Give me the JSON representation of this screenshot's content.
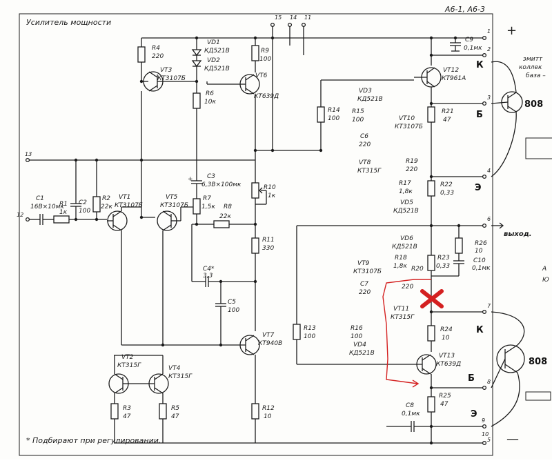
{
  "header": {
    "title": "Усилитель мощности",
    "code": "А6-1, А6-3",
    "footnote": "* Подбирают при регулировании."
  },
  "rails": {
    "plus": "+",
    "minus": "—"
  },
  "output": {
    "label": "выход."
  },
  "pins": {
    "p1": "1",
    "p2": "2",
    "p3": "3",
    "p4": "4",
    "p5": "5",
    "p6": "6",
    "p7": "7",
    "p8": "8",
    "p9": "9",
    "p10": "10",
    "p11": "11",
    "p12": "12",
    "p13": "13",
    "p14": "14",
    "p15": "15"
  },
  "parts": {
    "R1": {
      "ref": "R1",
      "val": "1к"
    },
    "R2": {
      "ref": "R2",
      "val": "22к"
    },
    "R3": {
      "ref": "R3",
      "val": "47"
    },
    "R4": {
      "ref": "R4",
      "val": "220"
    },
    "R5": {
      "ref": "R5",
      "val": "47"
    },
    "R6": {
      "ref": "R6",
      "val": "10к"
    },
    "R7": {
      "ref": "R7",
      "val": "1,5к"
    },
    "R8": {
      "ref": "R8",
      "val": "22к"
    },
    "R9": {
      "ref": "R9",
      "val": "100"
    },
    "R10": {
      "ref": "R10",
      "val": "1к"
    },
    "R11": {
      "ref": "R11",
      "val": "330"
    },
    "R12": {
      "ref": "R12",
      "val": "10"
    },
    "R13": {
      "ref": "R13",
      "val": "100"
    },
    "R14": {
      "ref": "R14",
      "val": "100"
    },
    "R15": {
      "ref": "R15",
      "val": "100"
    },
    "R16": {
      "ref": "R16",
      "val": "100"
    },
    "R17": {
      "ref": "R17",
      "val": "1,8к"
    },
    "R18": {
      "ref": "R18",
      "val": "1,8к"
    },
    "R19": {
      "ref": "R19",
      "val": "220"
    },
    "R20": {
      "ref": "R20"
    },
    "R21": {
      "ref": "R21",
      "val": "47"
    },
    "R22": {
      "ref": "R22",
      "val": "0,33"
    },
    "R23": {
      "ref": "R23",
      "val": "0,33"
    },
    "R24": {
      "ref": "R24",
      "val": "10"
    },
    "R25": {
      "ref": "R25",
      "val": "47"
    },
    "R26": {
      "ref": "R26",
      "val": "10"
    },
    "C1": {
      "ref": "C1",
      "val": "16В×10мк"
    },
    "C2": {
      "ref": "C2",
      "val": "100"
    },
    "C3": {
      "ref": "C3",
      "val": "6,3В×100мк"
    },
    "C4": {
      "ref": "C4*",
      "val": "3,3"
    },
    "C5": {
      "ref": "C5",
      "val": "100"
    },
    "C6": {
      "ref": "C6",
      "val": "220"
    },
    "C7": {
      "ref": "C7",
      "val": "220"
    },
    "C8": {
      "ref": "C8",
      "val": "0,1мк"
    },
    "C9": {
      "ref": "C9",
      "val": "0,1мк"
    },
    "C10": {
      "ref": "C10",
      "val": "0,1мк"
    },
    "VD1": {
      "ref": "VD1",
      "type": "КД521В"
    },
    "VD2": {
      "ref": "VD2",
      "type": "КД521В"
    },
    "VD3": {
      "ref": "VD3",
      "type": "КД521В"
    },
    "VD4": {
      "ref": "VD4",
      "type": "КД521В"
    },
    "VD5": {
      "ref": "VD5",
      "type": "КД521В"
    },
    "VD6": {
      "ref": "VD6",
      "type": "КД521В"
    },
    "VT1": {
      "ref": "VT1",
      "type": "КТ3107Б"
    },
    "VT2": {
      "ref": "VT2",
      "type": "КТ315Г"
    },
    "VT3": {
      "ref": "VT3",
      "type": "КТ3107Б"
    },
    "VT4": {
      "ref": "VT4",
      "type": "КТ315Г"
    },
    "VT5": {
      "ref": "VT5",
      "type": "КТ3107Б"
    },
    "VT6": {
      "ref": "VT6",
      "type": "КТ639Д"
    },
    "VT7": {
      "ref": "VT7",
      "type": "КТ940В"
    },
    "VT8": {
      "ref": "VT8",
      "type": "КТ315Г"
    },
    "VT9": {
      "ref": "VT9",
      "type": "КТ3107Б"
    },
    "VT10": {
      "ref": "VT10",
      "type": "КТ3107Б"
    },
    "VT11": {
      "ref": "VT11",
      "type": "КТ315Г"
    },
    "VT12": {
      "ref": "VT12",
      "type": "КТ961А"
    },
    "VT13": {
      "ref": "VT13",
      "type": "КТ639Д"
    }
  },
  "notes": {
    "r20_value": "220"
  },
  "external": {
    "top": {
      "part": "808"
    },
    "bottom": {
      "part": "808"
    },
    "k1": "К",
    "b1": "Б",
    "e1": "Э",
    "k2": "К",
    "b2": "Б",
    "e2": "Э"
  },
  "side": {
    "t1": "эмитт",
    "t2": "коллек",
    "t3": "база –",
    "t4": "А",
    "t5": "Ю"
  }
}
